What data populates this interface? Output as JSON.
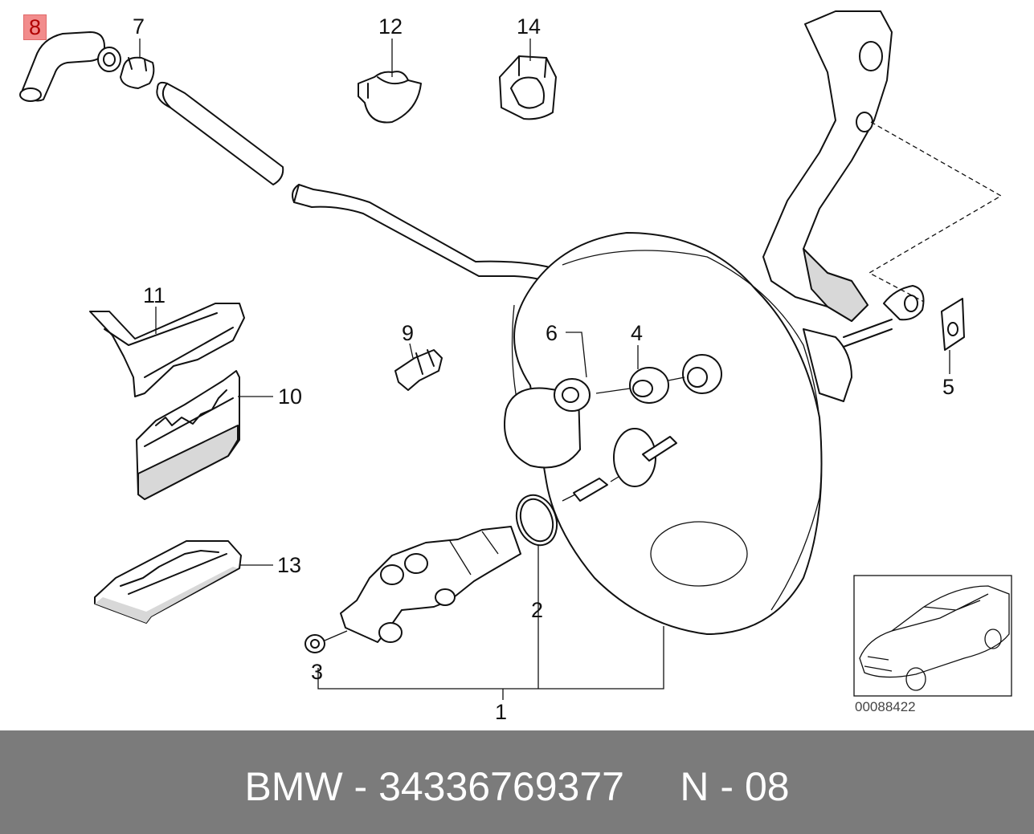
{
  "diagram": {
    "code": "00088422",
    "labels": [
      {
        "id": "8",
        "text": "8",
        "highlight": true
      },
      {
        "id": "7",
        "text": "7"
      },
      {
        "id": "12",
        "text": "12"
      },
      {
        "id": "14",
        "text": "14"
      },
      {
        "id": "11",
        "text": "11"
      },
      {
        "id": "9",
        "text": "9"
      },
      {
        "id": "6",
        "text": "6"
      },
      {
        "id": "4",
        "text": "4"
      },
      {
        "id": "10",
        "text": "10"
      },
      {
        "id": "5",
        "text": "5"
      },
      {
        "id": "13",
        "text": "13"
      },
      {
        "id": "2",
        "text": "2"
      },
      {
        "id": "3",
        "text": "3"
      },
      {
        "id": "1",
        "text": "1"
      }
    ]
  },
  "footer": {
    "text": "BMW - 34336769377     N - 08"
  }
}
